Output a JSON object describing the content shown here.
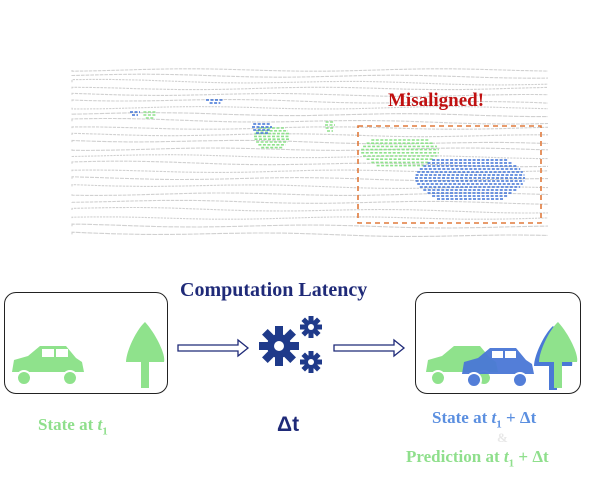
{
  "lidar": {
    "callout": "Misaligned!",
    "colors": {
      "background_points": "#d0d0d0",
      "green_points": "#8fe28c",
      "blue_points": "#3f72d6",
      "callout_box": "#e07a3c"
    }
  },
  "diagram": {
    "title": "Computation Latency",
    "delta_label": "Δt",
    "state_t1": {
      "prefix": "State at ",
      "var": "t",
      "sub": "1"
    },
    "state_shifted": {
      "prefix": "State at ",
      "var": "t",
      "sub": "1",
      "suffix": " + Δt"
    },
    "ampersand": "&",
    "prediction": {
      "prefix": "Prediction at ",
      "var": "t",
      "sub": "1",
      "suffix": " + Δt"
    },
    "icons": [
      "car-icon",
      "tree-icon",
      "gears-icon",
      "arrow-icon"
    ],
    "colors": {
      "title": "#1f2a78",
      "green": "#8fdf8c",
      "blue": "#5b8fe0",
      "arrow": "#1f2a78",
      "callout": "#c01010"
    }
  }
}
